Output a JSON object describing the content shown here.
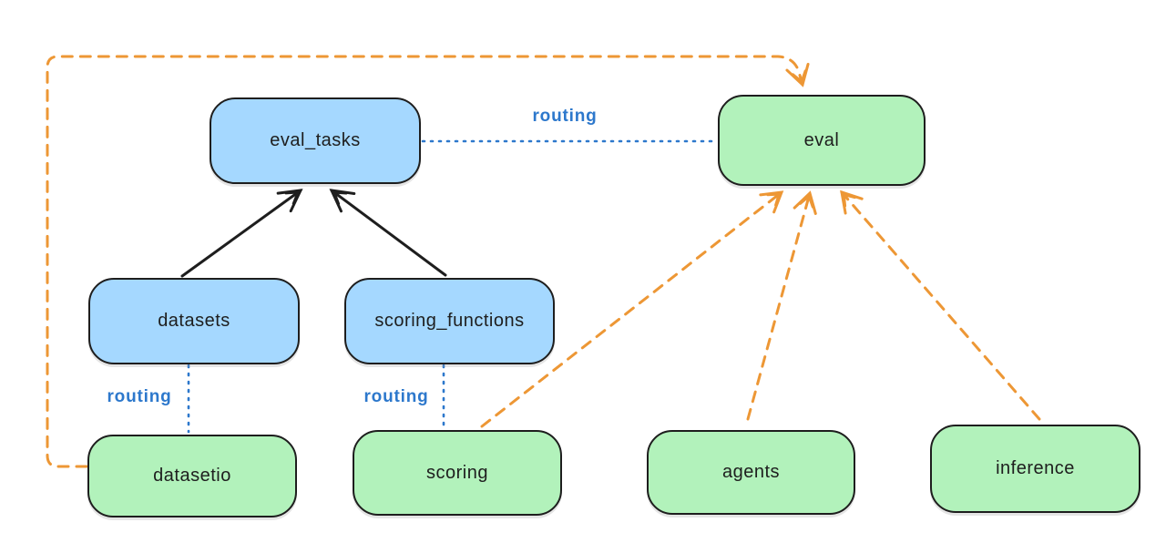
{
  "diagram_title": "",
  "colors": {
    "blue_fill": "#a5d8ff",
    "green_fill": "#b2f2bb",
    "stroke": "#1e1e1e",
    "orange": "#ed9735",
    "blue_line": "#2d78cc",
    "bg": "#ffffff"
  },
  "nodes": {
    "eval_tasks": {
      "label": "eval_tasks",
      "color": "blue"
    },
    "eval": {
      "label": "eval",
      "color": "green"
    },
    "datasets": {
      "label": "datasets",
      "color": "blue"
    },
    "scoring_functions": {
      "label": "scoring_functions",
      "color": "blue"
    },
    "datasetio": {
      "label": "datasetio",
      "color": "green"
    },
    "scoring": {
      "label": "scoring",
      "color": "green"
    },
    "agents": {
      "label": "agents",
      "color": "green"
    },
    "inference": {
      "label": "inference",
      "color": "green"
    }
  },
  "edge_labels": {
    "routing_top": "routing",
    "routing_datasets": "routing",
    "routing_scoring": "routing"
  },
  "edges": [
    {
      "from": "datasets",
      "to": "eval_tasks",
      "style": "solid-black-arrow"
    },
    {
      "from": "scoring_functions",
      "to": "eval_tasks",
      "style": "solid-black-arrow"
    },
    {
      "from": "eval_tasks",
      "to": "eval",
      "style": "dotted-blue",
      "label": "routing"
    },
    {
      "from": "datasets",
      "to": "datasetio",
      "style": "dotted-blue",
      "label": "routing"
    },
    {
      "from": "scoring_functions",
      "to": "scoring",
      "style": "dotted-blue",
      "label": "routing"
    },
    {
      "from": "datasetio",
      "to": "eval",
      "style": "dashed-orange-arrow"
    },
    {
      "from": "scoring",
      "to": "eval",
      "style": "dashed-orange-arrow"
    },
    {
      "from": "agents",
      "to": "eval",
      "style": "dashed-orange-arrow"
    },
    {
      "from": "inference",
      "to": "eval",
      "style": "dashed-orange-arrow"
    }
  ]
}
